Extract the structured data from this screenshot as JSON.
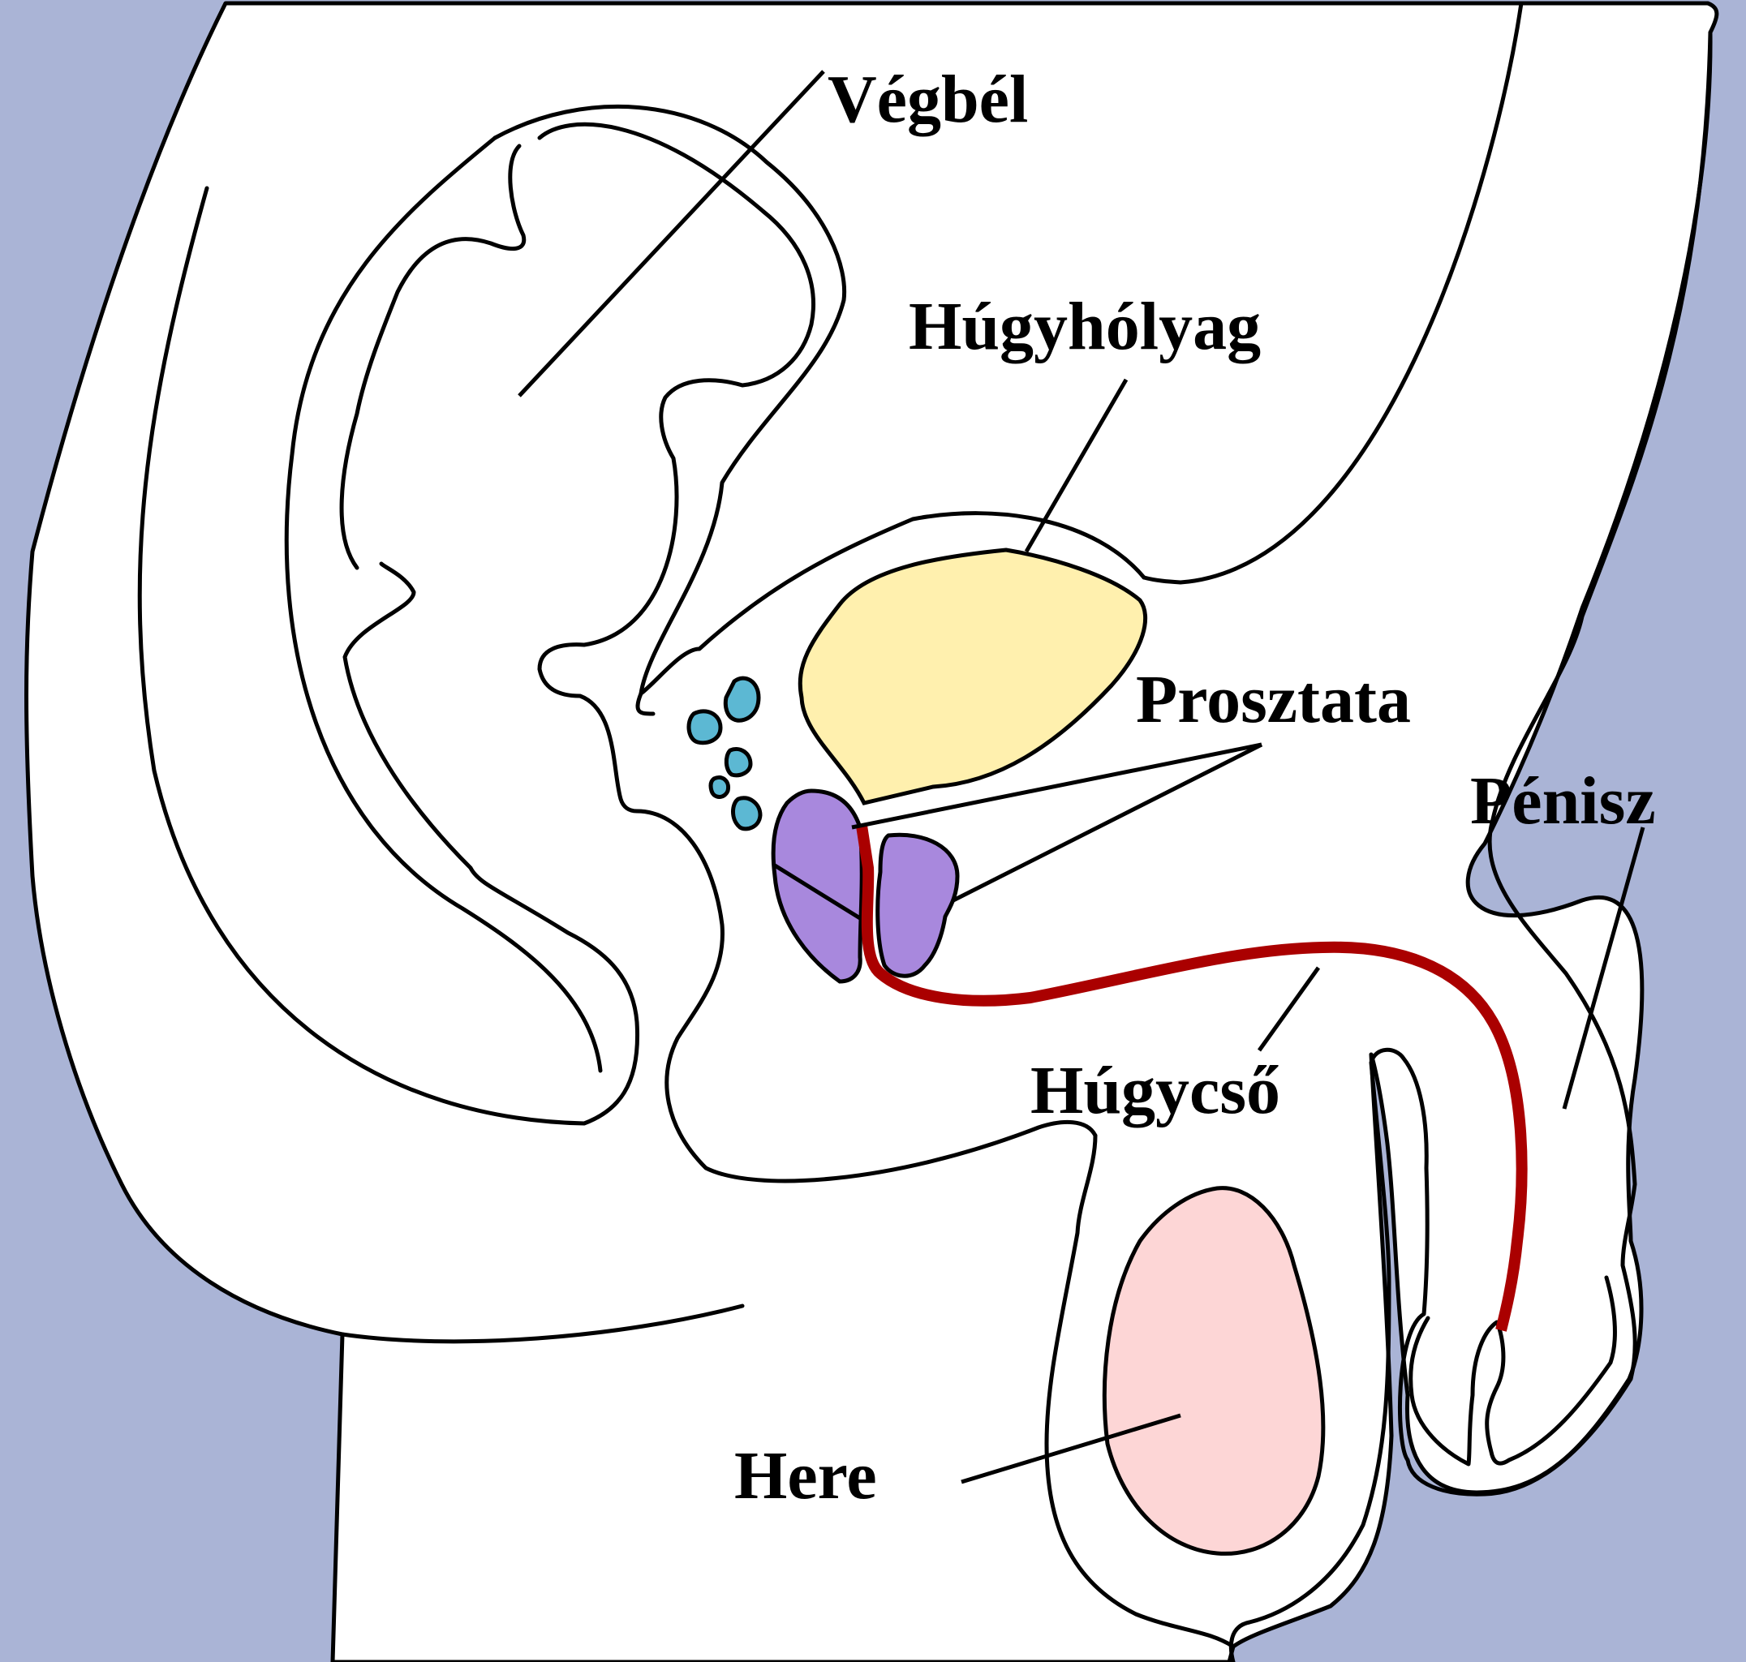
{
  "colors": {
    "background": "#aab4d6",
    "body": "#ffffff",
    "outline": "#000000",
    "bladder": "#fff0ae",
    "prostate": "#a888dd",
    "seminal_vesicles": "#5cb8d3",
    "urethra": "#aa0000",
    "testis": "#fdd6d6"
  },
  "labels": {
    "vegbel": "Végbél",
    "hugyholyag": "Húgyhólyag",
    "prosztata": "Prosztata",
    "penisz": "Pénisz",
    "hugycso": "Húgycső",
    "here": "Here"
  }
}
